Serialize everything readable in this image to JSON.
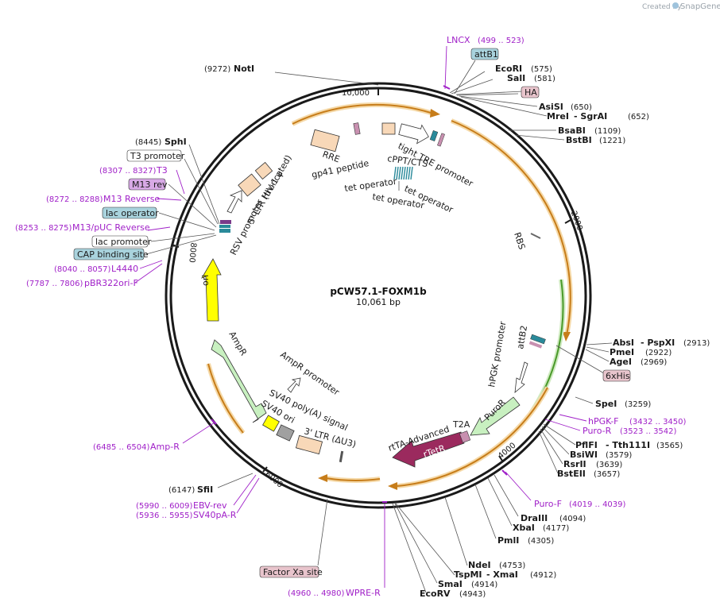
{
  "header": {
    "created_by": "Created by",
    "brand": "SnapGene"
  },
  "plasmid": {
    "name": "pCW57.1-FOXM1b",
    "length": "10,061 bp"
  },
  "ticks": [
    "10,000",
    "2000",
    "4000",
    "6000",
    "8000"
  ],
  "sites": [
    {
      "name": "NotI",
      "pos": "(9272)"
    },
    {
      "name": "EcoRI",
      "pos": "(575)"
    },
    {
      "name": "SalI",
      "pos": "(581)"
    },
    {
      "name": "AsiSI",
      "pos": "(650)"
    },
    {
      "name": "MreI",
      "name2": "- SgrAI",
      "pos": "(652)"
    },
    {
      "name": "BsaBI",
      "pos": "(1109)"
    },
    {
      "name": "BstBI",
      "pos": "(1221)"
    },
    {
      "name": "AbsI",
      "name2": "- PspXI",
      "pos": "(2913)"
    },
    {
      "name": "PmeI",
      "pos": "(2922)"
    },
    {
      "name": "AgeI",
      "pos": "(2969)"
    },
    {
      "name": "SpeI",
      "pos": "(3259)"
    },
    {
      "name": "PflFI",
      "name2": "- Tth111I",
      "pos": "(3565)"
    },
    {
      "name": "BsiWI",
      "pos": "(3579)"
    },
    {
      "name": "RsrII",
      "pos": "(3639)"
    },
    {
      "name": "BstEII",
      "pos": "(3657)"
    },
    {
      "name": "DraIII",
      "pos": "(4094)"
    },
    {
      "name": "XbaI",
      "pos": "(4177)"
    },
    {
      "name": "PmlI",
      "pos": "(4305)"
    },
    {
      "name": "NdeI",
      "pos": "(4753)"
    },
    {
      "name": "TspMI",
      "name2": "- XmaI",
      "pos": "(4912)"
    },
    {
      "name": "SmaI",
      "pos": "(4914)"
    },
    {
      "name": "EcoRV",
      "pos": "(4943)"
    },
    {
      "name": "SfiI",
      "pos": "(6147)"
    },
    {
      "name": "SphI",
      "pos": "(8445)"
    }
  ],
  "primers": [
    {
      "name": "LNCX",
      "range": "(499 .. 523)"
    },
    {
      "name": "hPGK-F",
      "range": "(3432 .. 3450)"
    },
    {
      "name": "Puro-R",
      "range": "(3523 .. 3542)"
    },
    {
      "name": "Puro-F",
      "range": "(4019 .. 4039)"
    },
    {
      "name": "WPRE-R",
      "range": "(4960 .. 4980)"
    },
    {
      "name": "SV40pA-R",
      "range": "(5936 .. 5955)"
    },
    {
      "name": "EBV-rev",
      "range": "(5990 .. 6009)"
    },
    {
      "name": "Amp-R",
      "range": "(6485 .. 6504)"
    },
    {
      "name": "pBR322ori-F",
      "range": "(7787 .. 7806)"
    },
    {
      "name": "L4440",
      "range": "(8040 .. 8057)"
    },
    {
      "name": "M13/pUC Reverse",
      "range": "(8253 .. 8275)"
    },
    {
      "name": "M13 Reverse",
      "range": "(8272 .. 8288)"
    },
    {
      "name": "T3",
      "range": "(8307 .. 8327)"
    }
  ],
  "boxed_labels": [
    {
      "text": "attB1",
      "color": "#a9d3dd"
    },
    {
      "text": "HA",
      "color": "#e8c4cc"
    },
    {
      "text": "6xHis",
      "color": "#e8c4cc"
    },
    {
      "text": "Factor Xa site",
      "color": "#e8c4cc"
    },
    {
      "text": "T3 promoter",
      "color": "#ffffff"
    },
    {
      "text": "M13 rev",
      "color": "#d8a9e6"
    },
    {
      "text": "lac operator",
      "color": "#a9d3dd"
    },
    {
      "text": "lac promoter",
      "color": "#ffffff"
    },
    {
      "text": "CAP binding site",
      "color": "#a9d3dd"
    }
  ],
  "features": [
    "tight TRE promoter",
    "cPPT/CTS",
    "tet operator",
    "tet operator",
    "tet operator",
    "RRE",
    "gp41 peptide",
    "HIV-1 ψ",
    "5' LTR (truncated)",
    "RSV promoter",
    "RBS",
    "attB2",
    "hPGK promoter",
    "PuroR",
    "T2A",
    "rtTA-Advanced",
    "rTetR",
    "3' LTR (ΔU3)",
    "SV40 poly(A) signal",
    "SV40 ori",
    "AmpR promoter",
    "AmpR",
    "ori"
  ],
  "colors": {
    "ring": "#1a1a1a",
    "orf_arrow": "#c77d1a",
    "orf_glow": "#f5d9a8",
    "ampr": "#c8f0c0",
    "ori": "#ffff00",
    "puror": "#c8f0c0",
    "rtetr": "#9b2a5e",
    "ltr": "#f8d8b8",
    "primer": "#a020c8"
  }
}
